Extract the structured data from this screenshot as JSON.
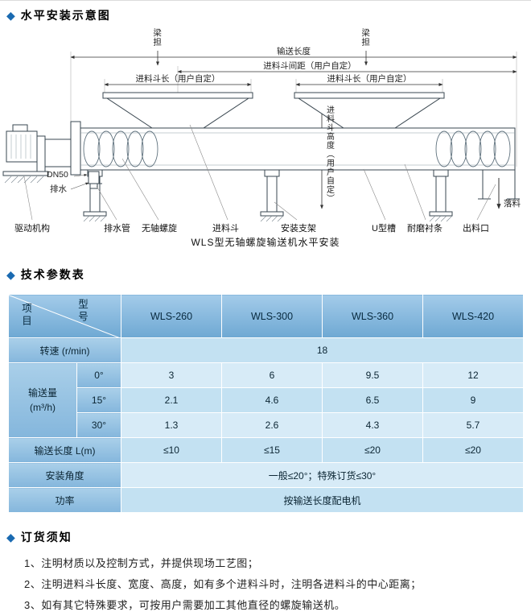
{
  "icons": {
    "section_bullet": "◆"
  },
  "sections": {
    "diagram_title": "水平安装示意图",
    "table_title": "技术参数表",
    "notes_title": "订货须知"
  },
  "diagram": {
    "caption": "WLS型无轴螺旋输送机水平安装",
    "dims": {
      "beam": "梁担",
      "total_length": "输送长度",
      "hopper_spacing": "进料斗间距（用户自定）",
      "hopper_length": "进料斗长（用户自定）",
      "hopper_height": "进料斗高度（用户自定）",
      "dn50": "DN50",
      "drain": "排水",
      "falling": "落料"
    },
    "part_labels": [
      "驱动机构",
      "排水管",
      "无轴螺旋",
      "进料斗",
      "安装支架",
      "U型槽",
      "耐磨衬条",
      "出料口"
    ]
  },
  "table": {
    "corner": {
      "model": "型号",
      "item": "项目"
    },
    "models": [
      "WLS-260",
      "WLS-300",
      "WLS-360",
      "WLS-420"
    ],
    "speed": {
      "label": "转速 (r/min)",
      "value": "18"
    },
    "capacity": {
      "label1": "输送量",
      "label2": "(m³/h)",
      "rows": [
        {
          "angle": "0°",
          "values": [
            "3",
            "6",
            "9.5",
            "12"
          ]
        },
        {
          "angle": "15°",
          "values": [
            "2.1",
            "4.6",
            "6.5",
            "9"
          ]
        },
        {
          "angle": "30°",
          "values": [
            "1.3",
            "2.6",
            "4.3",
            "5.7"
          ]
        }
      ]
    },
    "length": {
      "label": "输送长度 L(m)",
      "values": [
        "≤10",
        "≤15",
        "≤20",
        "≤20"
      ]
    },
    "angle": {
      "label": "安装角度",
      "value": "一般≤20°；特殊订货≤30°"
    },
    "power": {
      "label": "功率",
      "value": "按输送长度配电机"
    }
  },
  "notes": [
    "1、注明材质以及控制方式，并提供现场工艺图；",
    "2、注明进料斗长度、宽度、高度，如有多个进料斗时，注明各进料斗的中心距离；",
    "3、如有其它特殊要求，可按用户需要加工其他直径的螺旋输送机。"
  ]
}
